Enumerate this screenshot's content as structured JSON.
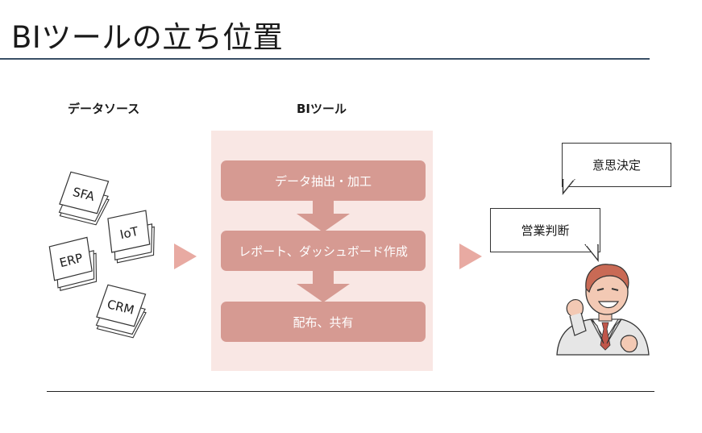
{
  "title": "BIツールの立ち位置",
  "data_sources": {
    "heading": "データソース",
    "items": [
      "SFA",
      "IoT",
      "ERP",
      "CRM"
    ]
  },
  "bi_tool": {
    "heading": "BIツール",
    "steps": [
      "データ抽出・加工",
      "レポート、ダッシュボード作成",
      "配布、共有"
    ]
  },
  "outcomes": [
    "意思決定",
    "営業判断"
  ],
  "colors": {
    "panel": "#f9e7e4",
    "step": "#d69a92",
    "arrow": "#e8aaa2",
    "down_arrow": "#d69a92",
    "title_rule": "#3a4f66"
  }
}
